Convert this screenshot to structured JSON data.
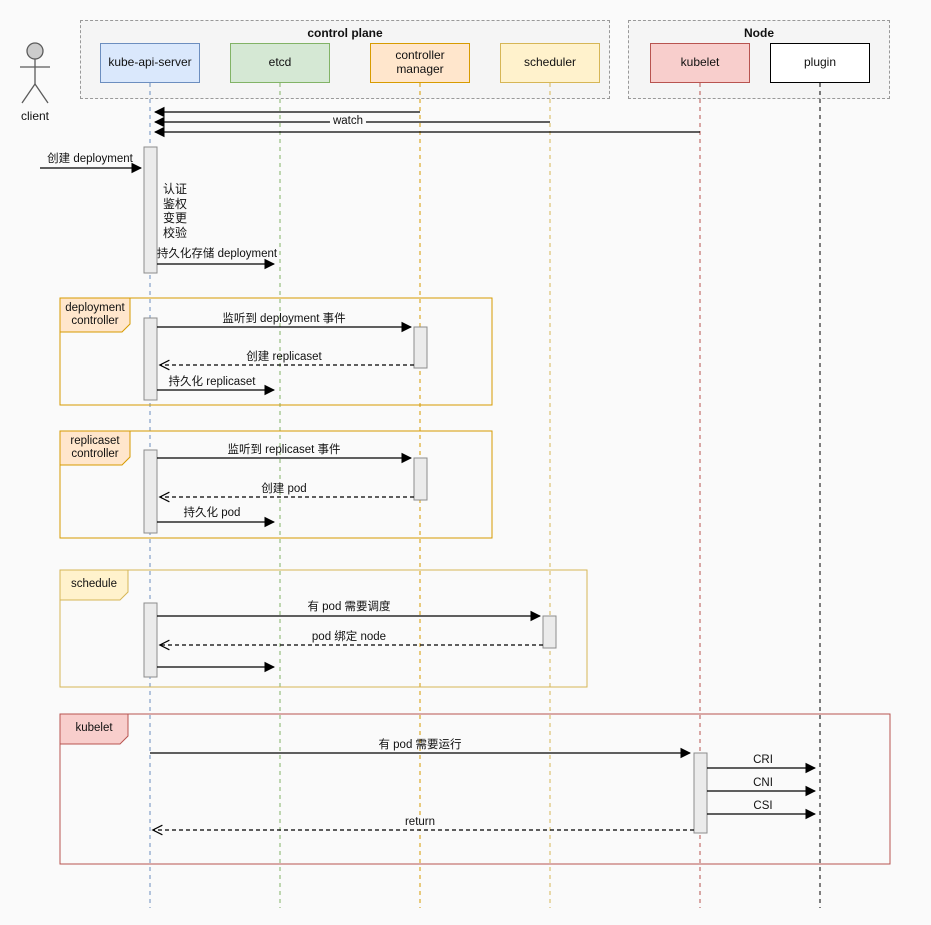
{
  "groups": [
    {
      "title": "control plane"
    },
    {
      "title": "Node"
    }
  ],
  "participants": [
    {
      "label": "kube-api-server",
      "fill": "#dae8fc",
      "stroke": "#6c8ebf"
    },
    {
      "label": "etcd",
      "fill": "#d5e8d4",
      "stroke": "#82b366"
    },
    {
      "label": "controller manager",
      "fill": "#ffe6cc",
      "stroke": "#d79b00"
    },
    {
      "label": "scheduler",
      "fill": "#fff2cc",
      "stroke": "#d6b656"
    },
    {
      "label": "kubelet",
      "fill": "#f8cecc",
      "stroke": "#b85450"
    },
    {
      "label": "plugin",
      "fill": "#ffffff",
      "stroke": "#000000"
    }
  ],
  "actor": {
    "label": "client"
  },
  "messages": {
    "watch": "watch",
    "create_deployment": "创建 deployment",
    "api_steps": [
      "认证",
      "鉴权",
      "变更",
      "校验"
    ],
    "persist_deployment": "持久化存储 deployment"
  },
  "frames": [
    {
      "label": "deployment controller",
      "border": "#d79b00",
      "label_fill": "#ffe6cc",
      "messages": {
        "watch_event": "监听到 deployment 事件",
        "create": "创建 replicaset",
        "persist": "持久化 replicaset"
      }
    },
    {
      "label": "replicaset controller",
      "border": "#d79b00",
      "label_fill": "#ffe6cc",
      "messages": {
        "watch_event": "监听到 replicaset 事件",
        "create": "创建 pod",
        "persist": "持久化 pod"
      }
    },
    {
      "label": "schedule",
      "border": "#d6b656",
      "label_fill": "#fff2cc",
      "messages": {
        "schedule": "有 pod 需要调度",
        "bind": "pod 绑定 node"
      }
    },
    {
      "label": "kubelet",
      "border": "#b85450",
      "label_fill": "#f8cecc",
      "messages": {
        "run": "有 pod 需要运行",
        "cri": "CRI",
        "cni": "CNI",
        "csi": "CSI",
        "return_msg": "return"
      }
    }
  ]
}
